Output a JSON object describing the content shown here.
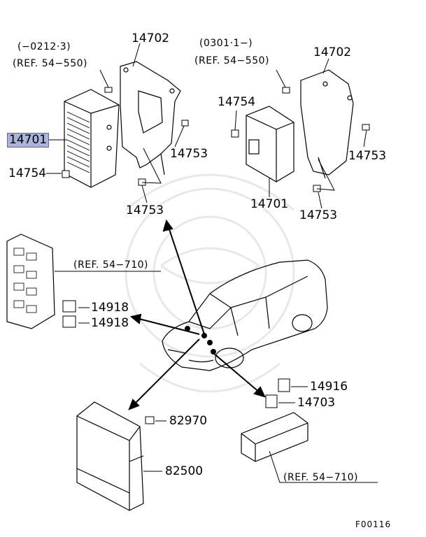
{
  "refs": {
    "range_left": "(−0212·3)",
    "ref_left": "(REF. 54−550)",
    "range_right": "(0301·1−)",
    "ref_right": "(REF. 54−550)",
    "ref_relay_box": "(REF. 54−710)",
    "ref_bottom": "(REF. 54−710)"
  },
  "parts": {
    "p14702_left": "14702",
    "p14702_right": "14702",
    "p14701_left": "14701",
    "p14701_right": "14701",
    "p14754_left": "14754",
    "p14754_right": "14754",
    "p14753_a": "14753",
    "p14753_b": "14753",
    "p14753_c": "14753",
    "p14753_d": "14753",
    "p14918_a": "14918",
    "p14918_b": "14918",
    "p14916": "14916",
    "p14703": "14703",
    "p82970": "82970",
    "p82500": "82500"
  },
  "figure_code": "F00116",
  "colors": {
    "highlight": "#aab4d9",
    "line": "#000000",
    "watermark": "#e6e6e6"
  }
}
